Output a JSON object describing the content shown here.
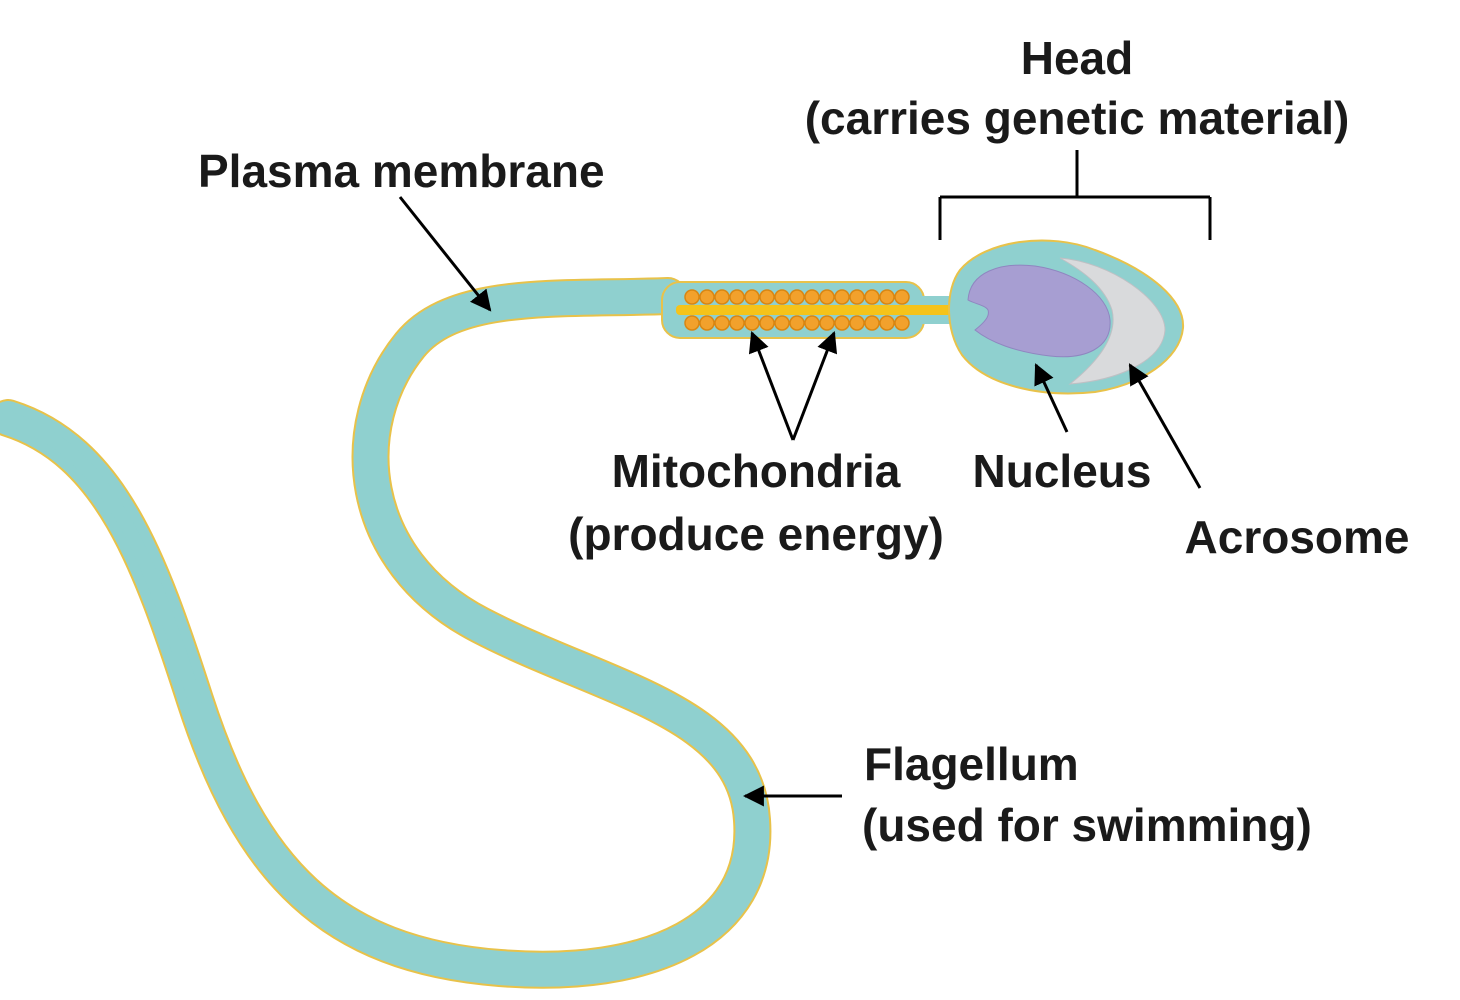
{
  "labels": {
    "head_title": "Head",
    "head_subtitle": "(carries genetic material)",
    "plasma_membrane": "Plasma membrane",
    "mitochondria_title": "Mitochondria",
    "mitochondria_subtitle": "(produce energy)",
    "nucleus": "Nucleus",
    "acrosome": "Acrosome",
    "flagellum_title": "Flagellum",
    "flagellum_subtitle": "(used for swimming)"
  },
  "colors": {
    "body_fill": "#8fd0cf",
    "outline": "#e8c24a",
    "mitochondria_fill": "#f2a12c",
    "axial_filament": "#f5c31a",
    "nucleus_fill": "#a79ed2",
    "acrosome_fill": "#d9dadc",
    "arrow": "#000000",
    "text": "#1a1a1a"
  }
}
